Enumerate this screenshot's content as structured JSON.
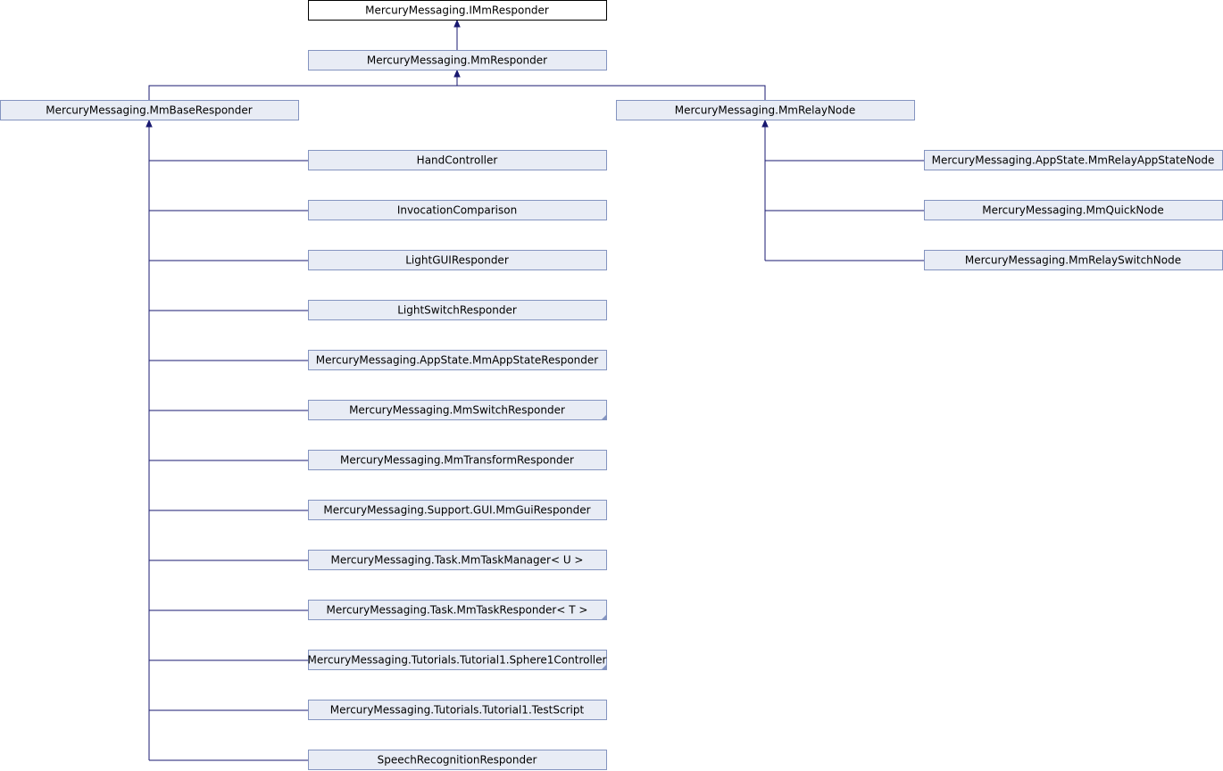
{
  "diagram": {
    "nodes": {
      "root": "MercuryMessaging.IMmResponder",
      "responder": "MercuryMessaging.MmResponder",
      "base": "MercuryMessaging.MmBaseResponder",
      "relay": "MercuryMessaging.MmRelayNode",
      "base_children": [
        "HandController",
        "InvocationComparison",
        "LightGUIResponder",
        "LightSwitchResponder",
        "MercuryMessaging.AppState.MmAppStateResponder",
        "MercuryMessaging.MmSwitchResponder",
        "MercuryMessaging.MmTransformResponder",
        "MercuryMessaging.Support.GUI.MmGuiResponder",
        "MercuryMessaging.Task.MmTaskManager< U >",
        "MercuryMessaging.Task.MmTaskResponder< T >",
        "MercuryMessaging.Tutorials.Tutorial1.Sphere1Controller",
        "MercuryMessaging.Tutorials.Tutorial1.TestScript",
        "SpeechRecognitionResponder"
      ],
      "relay_children": [
        "MercuryMessaging.AppState.MmRelayAppStateNode",
        "MercuryMessaging.MmQuickNode",
        "MercuryMessaging.MmRelaySwitchNode"
      ]
    }
  }
}
